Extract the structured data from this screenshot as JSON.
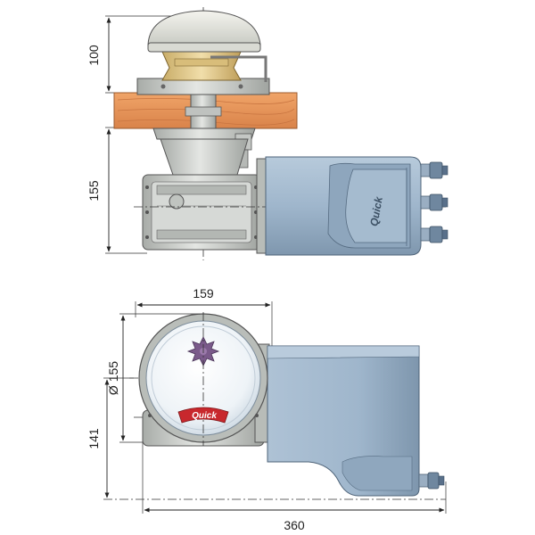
{
  "dimensions": {
    "top_height": "100",
    "body_height": "155",
    "width": "159",
    "diameter": "Ø 155",
    "side_height": "141",
    "length": "360"
  },
  "branding": {
    "side_logo": "Quick",
    "front_logo": "Quick"
  },
  "colors": {
    "motor_blue": "#9fb6cc",
    "motor_dark": "#6f879f",
    "wood": "#e8955a",
    "metal": "#c9ccc9",
    "cap": "#e7e7df",
    "bronze": "#e9d39a",
    "logo_red": "#c8282d",
    "star": "#7a5a8a"
  },
  "icons": [
    "star-knob-icon",
    "cable-gland-icon"
  ]
}
